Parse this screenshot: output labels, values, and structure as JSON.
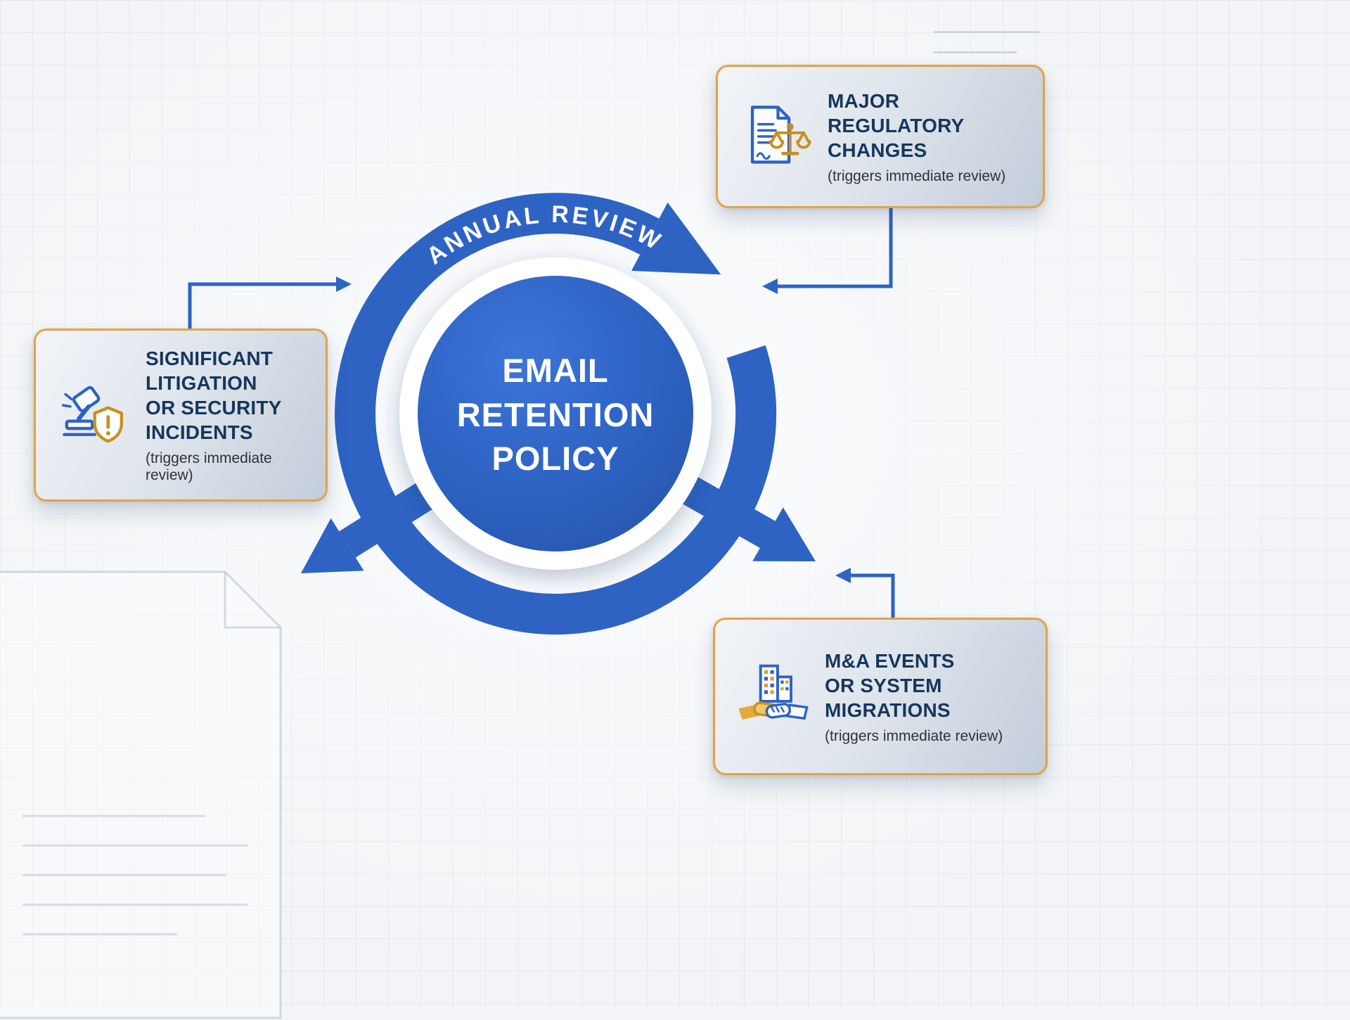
{
  "colors": {
    "primary_blue": "#2E63C4",
    "gold_accent": "#E0A349",
    "title_navy": "#16365C",
    "subtitle_gray": "#2E3238",
    "background": "#F2F4F7"
  },
  "center": {
    "title": "EMAIL\nRETENTION\nPOLICY"
  },
  "ring": {
    "label": "ANNUAL REVIEW"
  },
  "boxes": {
    "regulatory": {
      "icon": "document-scales-icon",
      "title": "MAJOR\nREGULATORY\nCHANGES",
      "subtitle": "(triggers immediate review)"
    },
    "litigation": {
      "icon": "gavel-shield-icon",
      "title": "SIGNIFICANT\nLITIGATION\nOR SECURITY\nINCIDENTS",
      "subtitle": "(triggers immediate review)"
    },
    "ma": {
      "icon": "buildings-handshake-icon",
      "title": "M&A EVENTS\nOR SYSTEM\nMIGRATIONS",
      "subtitle": "(triggers immediate review)"
    }
  }
}
